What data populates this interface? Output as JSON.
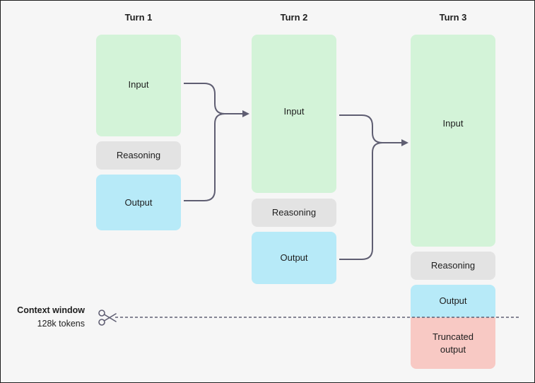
{
  "turns": [
    {
      "title": "Turn 1",
      "input_label": "Input",
      "reasoning_label": "Reasoning",
      "output_label": "Output"
    },
    {
      "title": "Turn 2",
      "input_label": "Input",
      "reasoning_label": "Reasoning",
      "output_label": "Output"
    },
    {
      "title": "Turn 3",
      "input_label": "Input",
      "reasoning_label": "Reasoning",
      "output_label": "Output",
      "truncated_label": "Truncated\noutput"
    }
  ],
  "context_window": {
    "title": "Context window",
    "subtitle": "128k tokens"
  },
  "icons": {
    "cut": "scissors-icon"
  },
  "colors": {
    "input": "#d3f3d8",
    "reasoning": "#e3e3e3",
    "output": "#b7eaf8",
    "truncated": "#f8c9c4",
    "arrow": "#5f5e72"
  }
}
